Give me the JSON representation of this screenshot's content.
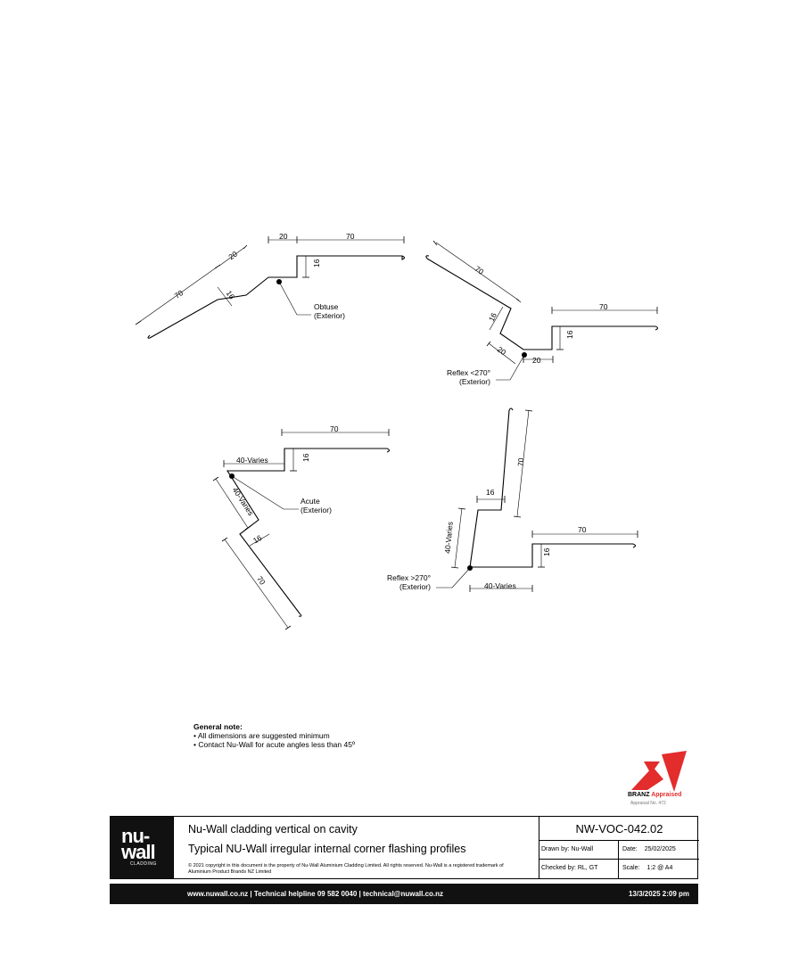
{
  "profiles": {
    "obtuse": {
      "label1": "Obtuse",
      "label2": "(Exterior)",
      "dims": [
        "70",
        "20",
        "16",
        "20",
        "70",
        "16"
      ]
    },
    "reflex_lt": {
      "label1": "Reflex <270°",
      "label2": "(Exterior)",
      "dims": [
        "70",
        "16",
        "20",
        "20",
        "16",
        "70"
      ]
    },
    "acute": {
      "label1": "Acute",
      "label2": "(Exterior)",
      "dims": [
        "70",
        "16",
        "40-Varies",
        "40-Varies",
        "16",
        "70"
      ]
    },
    "reflex_gt": {
      "label1": "Reflex >270°",
      "label2": "(Exterior)",
      "dims": [
        "70",
        "16",
        "40-Varies",
        "40-Varies",
        "16",
        "70"
      ]
    }
  },
  "notes": {
    "heading": "General note:",
    "items": [
      "• All dimensions are suggested minimum",
      "• Contact Nu-Wall for acute angles less than 45º"
    ]
  },
  "branz": {
    "name": "BRANZ",
    "appraised": "Appraised",
    "sub": "Appraisal No. 472"
  },
  "titleblock": {
    "logo_line1": "nu-",
    "logo_line2": "wall",
    "logo_tag": "CLADDING",
    "title1": "Nu-Wall cladding vertical on cavity",
    "title2": "Typical NU-Wall irregular internal corner flashing profiles",
    "copyright": "© 2021 copyright in this document is the property of Nu-Wall Aluminium Cladding Limited. All rights reserved. Nu-Wall is a registered trademark of Aluminium Product Brands NZ Limited",
    "drawing_no": "NW-VOC-042.02",
    "drawn_by": "Drawn by: Nu-Wall",
    "date_label": "Date:",
    "date": "25/02/2025",
    "checked_by": "Checked by: RL, GT",
    "scale_label": "Scale:",
    "scale": "1:2 @ A4"
  },
  "footer": {
    "left": "www.nuwall.co.nz  |  Technical helpline 09 582 0040  |  technical@nuwall.co.nz",
    "right": "13/3/2025 2:09 pm"
  },
  "colors": {
    "branz_red": "#e32c2c",
    "logo_bg": "#111111"
  }
}
